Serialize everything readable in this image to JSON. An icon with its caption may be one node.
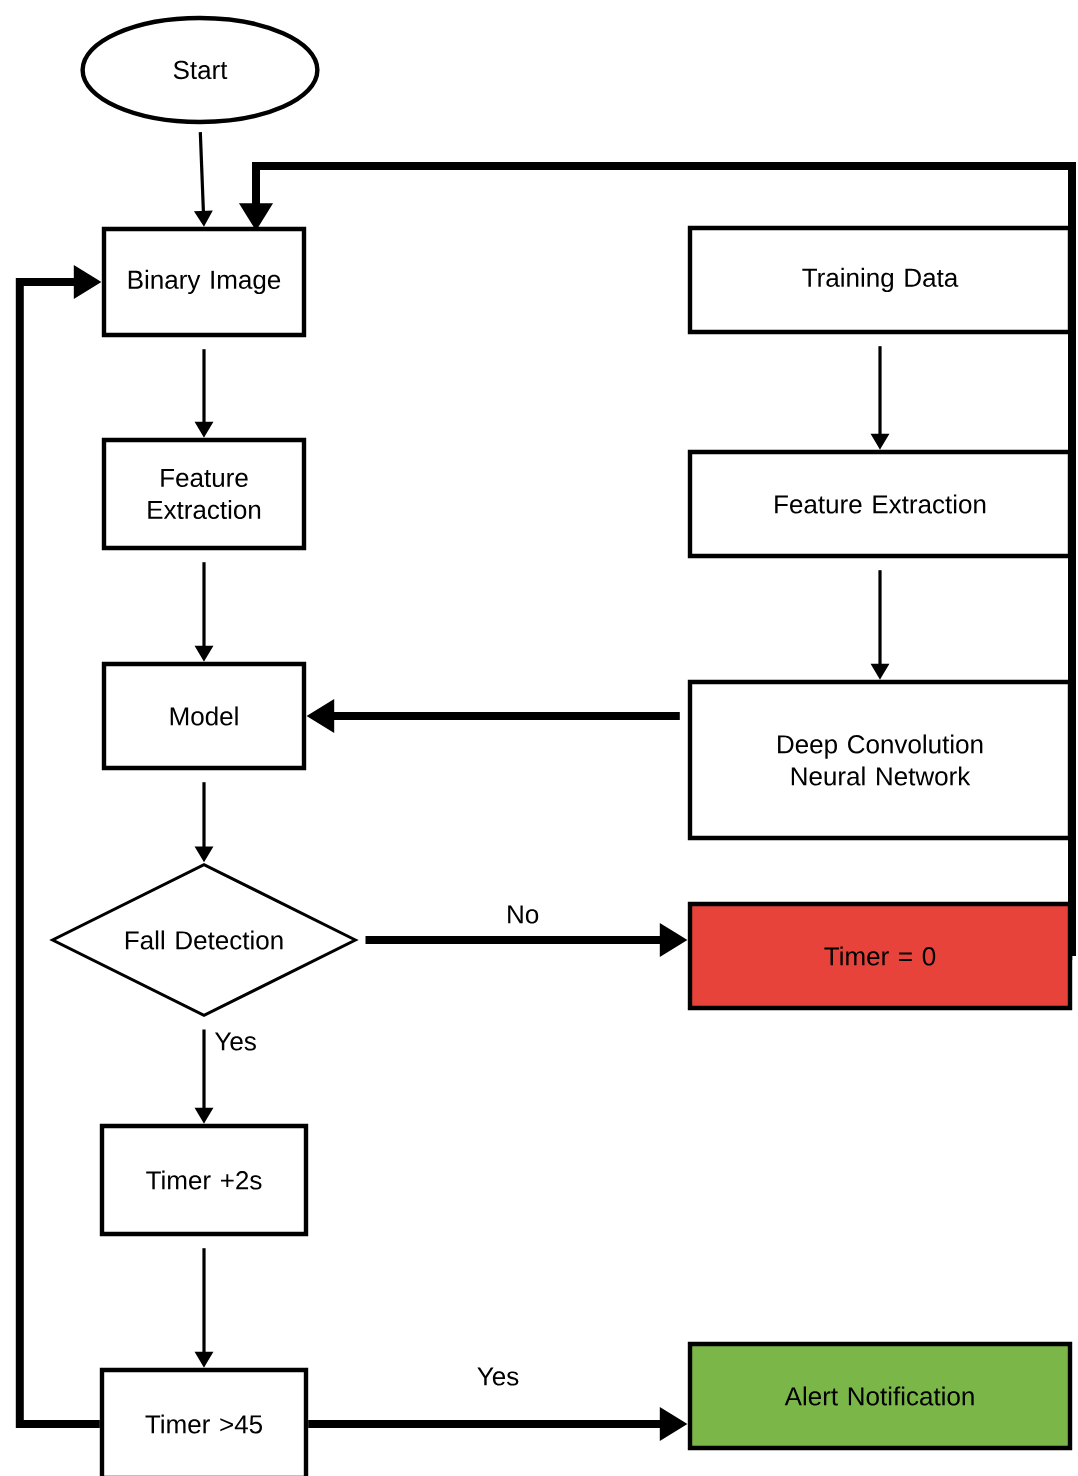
{
  "diagram": {
    "nodes": [
      {
        "text": [
          "Start"
        ]
      },
      {
        "text": [
          "Binary Image"
        ]
      },
      {
        "text": [
          "Feature Extraction"
        ]
      },
      {
        "text": [
          "Model"
        ]
      },
      {
        "text": [
          "Fall Detection"
        ]
      },
      {
        "text": [
          "Timer +2s"
        ]
      },
      {
        "text": [
          "Timer >45"
        ]
      },
      {
        "text": [
          "Training Data"
        ]
      },
      {
        "text": [
          "Feature Extraction"
        ]
      },
      {
        "text": [
          "Deep Convolution Neural Network"
        ]
      },
      {
        "text": [
          "Timer = 0"
        ]
      },
      {
        "text": [
          "Alert Notification"
        ]
      }
    ],
    "edges": [
      {
        "from": 0,
        "to": 1,
        "arrow": "to"
      },
      {
        "from": 1,
        "to": 2,
        "arrow": "to"
      },
      {
        "from": 2,
        "to": 3,
        "arrow": "to"
      },
      {
        "from": 3,
        "to": 4,
        "arrow": "to"
      },
      {
        "from": 4,
        "to": 10,
        "arrow": "to",
        "label": "No",
        "style": "thick"
      },
      {
        "from": 4,
        "to": 5,
        "arrow": "to",
        "label": "Yes"
      },
      {
        "from": 5,
        "to": 6,
        "arrow": "to"
      },
      {
        "from": 6,
        "to": 11,
        "arrow": "to",
        "label": "Yes",
        "style": "thick"
      },
      {
        "from": 6,
        "to": 1,
        "arrow": "to",
        "style": "thick"
      },
      {
        "from": 7,
        "to": 8,
        "arrow": "to"
      },
      {
        "from": 8,
        "to": 9,
        "arrow": "to"
      },
      {
        "from": 9,
        "to": 3,
        "arrow": "to",
        "style": "thick"
      },
      {
        "from": 10,
        "to": 1,
        "arrow": "to",
        "style": "thick"
      }
    ]
  }
}
